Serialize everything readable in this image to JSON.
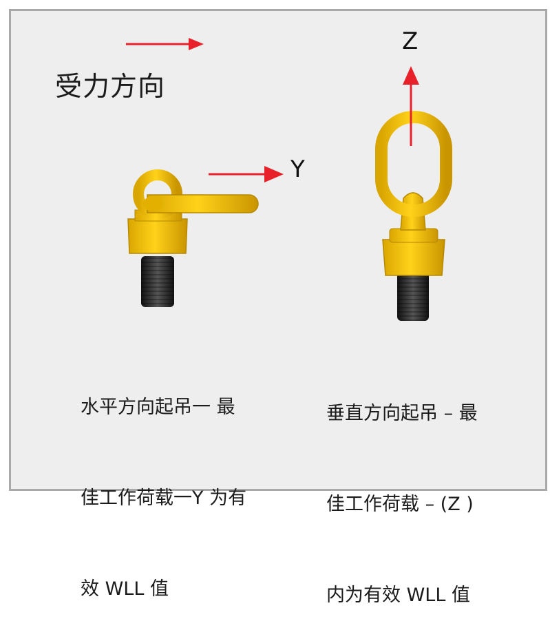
{
  "legend": {
    "label": "受力方向",
    "arrow_color": "#e8202a"
  },
  "axes": {
    "y_label": "Y",
    "z_label": "Z"
  },
  "captions": {
    "left": [
      "水平方向起吊一 最",
      "佳工作荷载一Y 为有",
      "效 WLL 值"
    ],
    "right": [
      "垂直方向起吊 – 最",
      "佳工作荷载 – (Z )",
      "内为有效 WLL 值"
    ]
  },
  "colors": {
    "hoist_yellow": "#f2c200",
    "bolt_black": "#2a2a2a",
    "panel_bg": "#eeeeee",
    "frame": "#a9a9a9"
  }
}
